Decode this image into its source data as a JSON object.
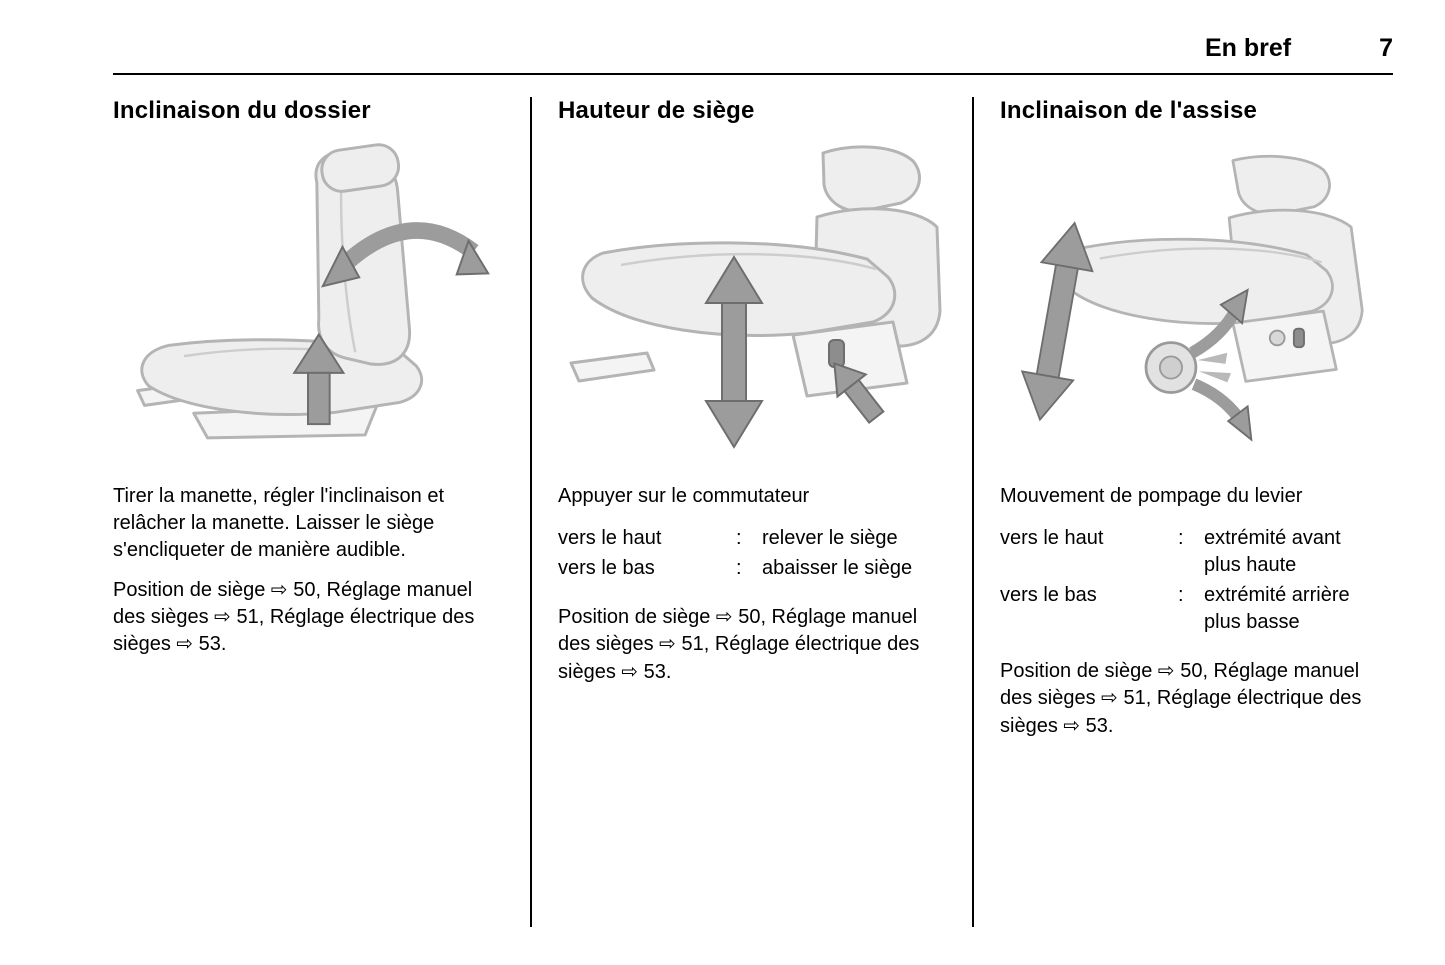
{
  "header": {
    "section_title": "En bref",
    "page_number": "7"
  },
  "colors": {
    "text": "#000000",
    "arrow_gray": "#9c9c9c",
    "seat_outline": "#b4b4b4",
    "divider": "#000000"
  },
  "columns": [
    {
      "title": "Inclinaison du dossier",
      "illustration": "seat-backrest-recline",
      "body": "Tirer la manette, régler l'inclinaison et relâcher la manette. Laisser le siège s'encliqueter de manière audible.",
      "references": "Position de siège ⇨ 50, Réglage manuel des sièges ⇨ 51, Réglage électrique des sièges ⇨ 53."
    },
    {
      "title": "Hauteur de siège",
      "illustration": "seat-height-adjustment",
      "body": "Appuyer sur le commutateur",
      "definitions": [
        {
          "term": "vers le haut",
          "separator": ":",
          "description": "relever le siège"
        },
        {
          "term": "vers le bas",
          "separator": ":",
          "description": "abaisser le siège"
        }
      ],
      "references": "Position de siège ⇨ 50, Réglage manuel des sièges ⇨ 51, Réglage électrique des sièges ⇨ 53."
    },
    {
      "title": "Inclinaison de l'assise",
      "illustration": "seat-cushion-tilt",
      "body": "Mouvement de pompage du levier",
      "definitions": [
        {
          "term": "vers le haut",
          "separator": ":",
          "description": "extrémité avant plus haute"
        },
        {
          "term": "vers le bas",
          "separator": ":",
          "description": "extrémité arrière plus basse"
        }
      ],
      "references": "Position de siège ⇨ 50, Réglage manuel des sièges ⇨ 51, Réglage électrique des sièges ⇨ 53."
    }
  ]
}
